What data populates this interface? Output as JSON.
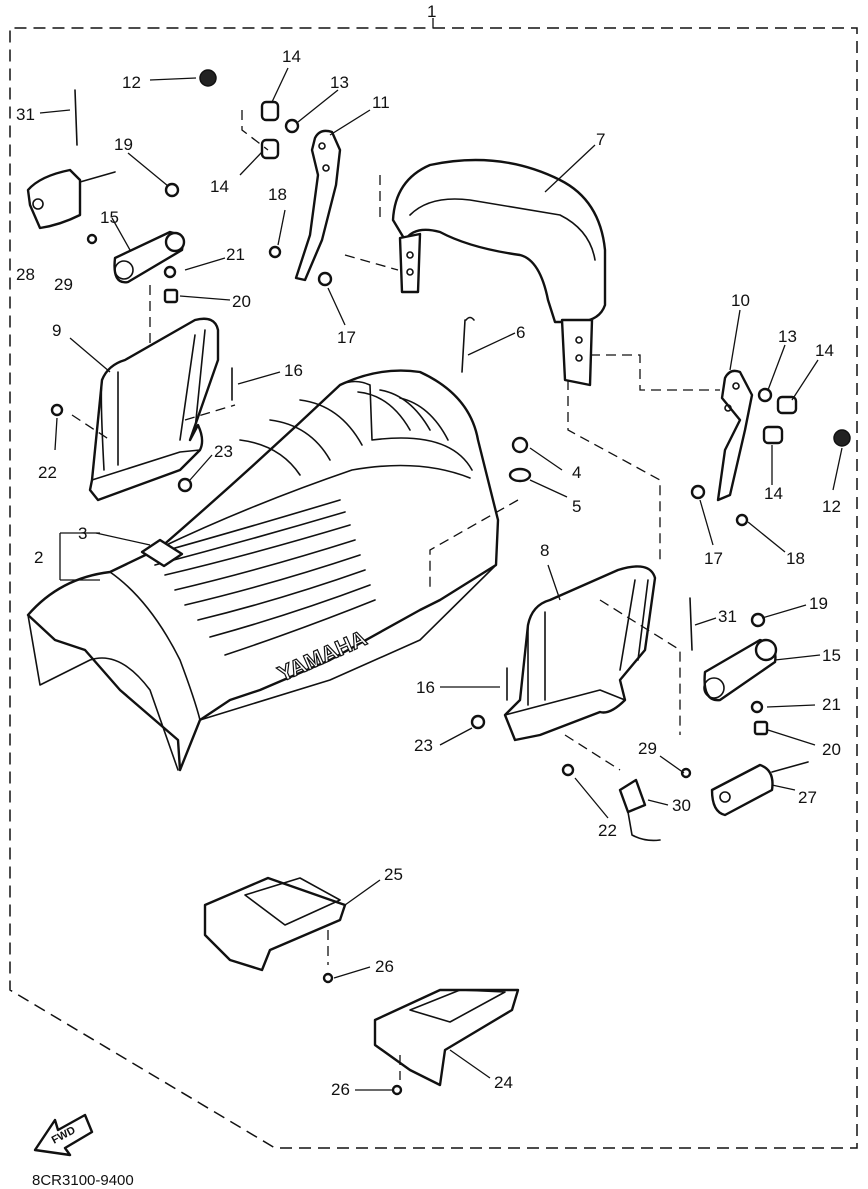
{
  "diagram": {
    "assembly_label": "1",
    "reference_code": "8CR3100-9400",
    "fwd_label": "FWD",
    "brand_text": "YAMAHA",
    "callouts": [
      {
        "num": "1"
      },
      {
        "num": "2"
      },
      {
        "num": "3"
      },
      {
        "num": "4"
      },
      {
        "num": "5"
      },
      {
        "num": "6"
      },
      {
        "num": "7"
      },
      {
        "num": "8"
      },
      {
        "num": "9"
      },
      {
        "num": "10"
      },
      {
        "num": "11"
      },
      {
        "num": "12"
      },
      {
        "num": "12"
      },
      {
        "num": "13"
      },
      {
        "num": "13"
      },
      {
        "num": "14"
      },
      {
        "num": "14"
      },
      {
        "num": "14"
      },
      {
        "num": "14"
      },
      {
        "num": "15"
      },
      {
        "num": "15"
      },
      {
        "num": "16"
      },
      {
        "num": "16"
      },
      {
        "num": "17"
      },
      {
        "num": "17"
      },
      {
        "num": "18"
      },
      {
        "num": "18"
      },
      {
        "num": "19"
      },
      {
        "num": "19"
      },
      {
        "num": "20"
      },
      {
        "num": "20"
      },
      {
        "num": "21"
      },
      {
        "num": "21"
      },
      {
        "num": "22"
      },
      {
        "num": "22"
      },
      {
        "num": "23"
      },
      {
        "num": "23"
      },
      {
        "num": "24"
      },
      {
        "num": "25"
      },
      {
        "num": "26"
      },
      {
        "num": "26"
      },
      {
        "num": "27"
      },
      {
        "num": "28"
      },
      {
        "num": "29"
      },
      {
        "num": "29"
      },
      {
        "num": "30"
      },
      {
        "num": "31"
      },
      {
        "num": "31"
      }
    ]
  }
}
